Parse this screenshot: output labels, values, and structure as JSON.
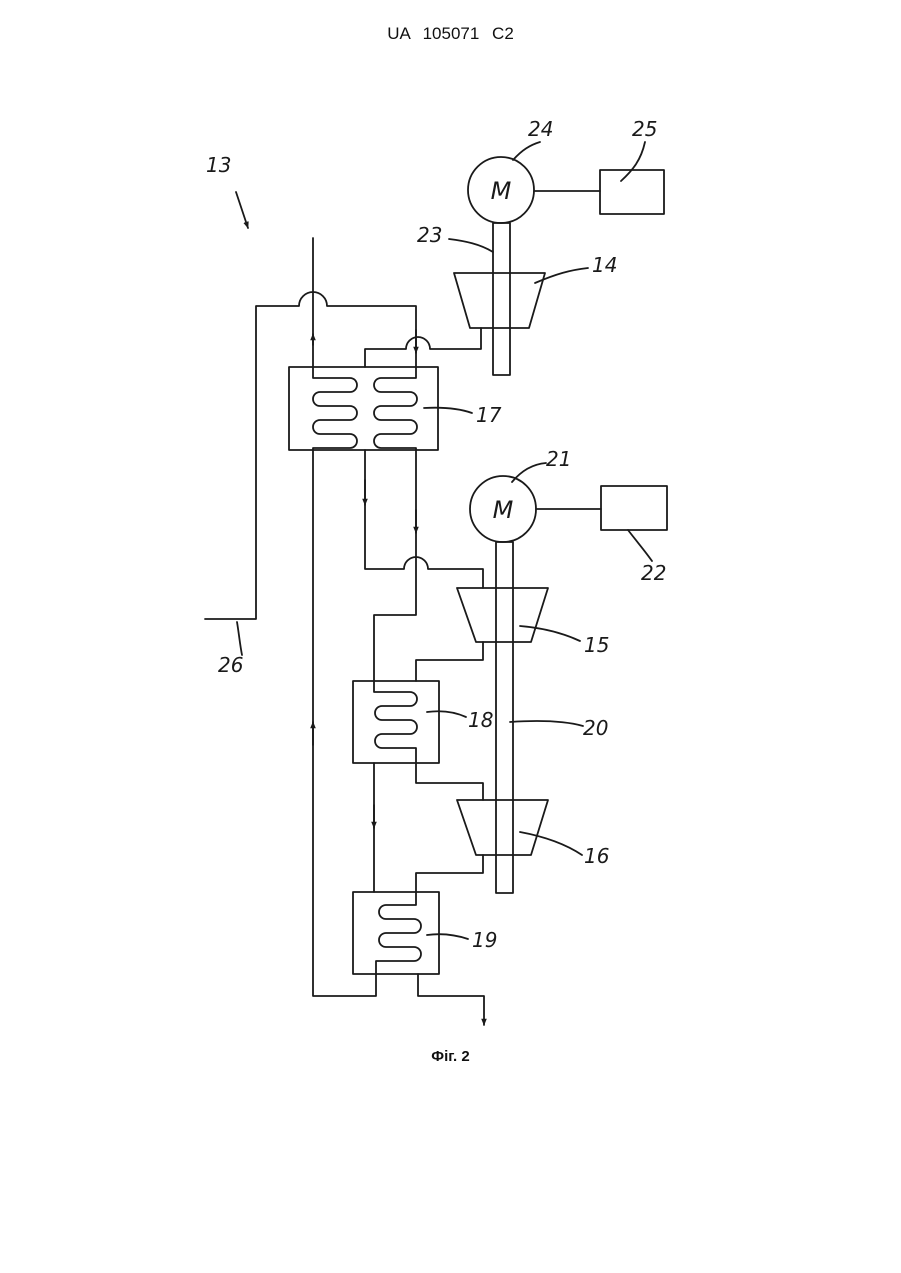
{
  "header": {
    "doc_number": "UA   105071   C2"
  },
  "figure": {
    "caption": "Фіг. 2"
  },
  "labels": {
    "l13": "13",
    "l14": "14",
    "l15": "15",
    "l16": "16",
    "l17": "17",
    "l18": "18",
    "l19": "19",
    "l20": "20",
    "l21": "21",
    "l22": "22",
    "l23": "23",
    "l24": "24",
    "l25": "25",
    "l26": "26"
  },
  "motor_symbol": "M"
}
